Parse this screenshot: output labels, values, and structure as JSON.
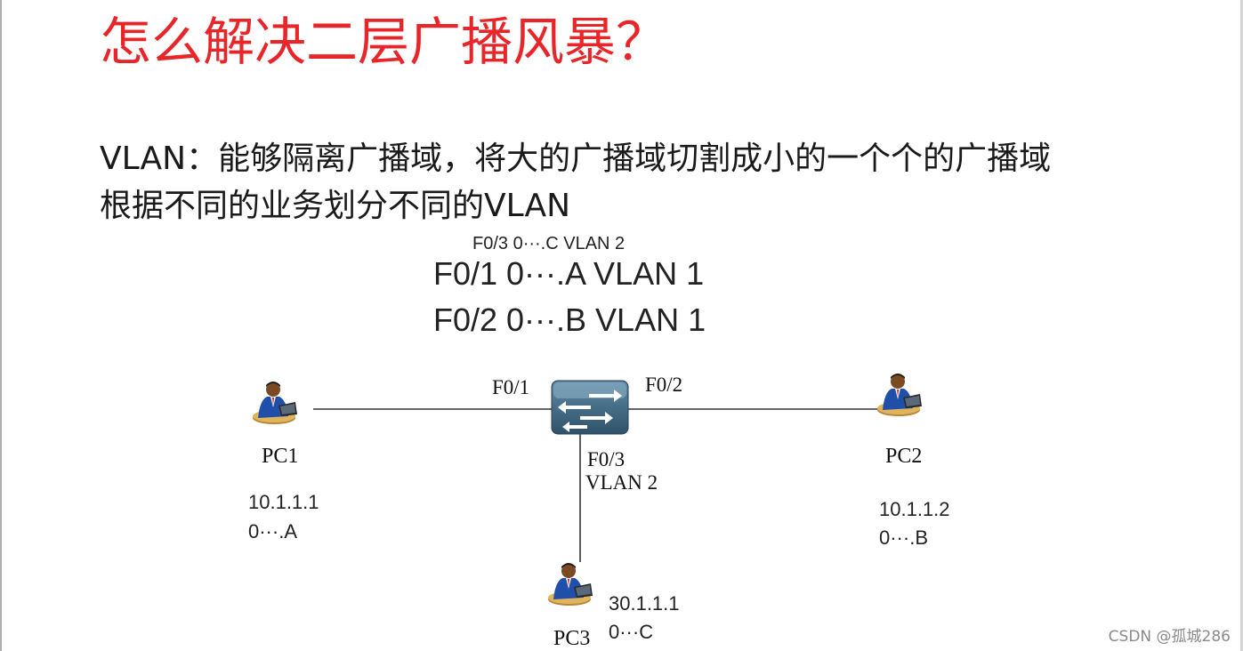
{
  "title": "怎么解决二层广播风暴？",
  "body": {
    "line1": "VLAN：能够隔离广播域，将大的广播域切割成小的一个个的广播域",
    "line2": "根据不同的业务划分不同的VLAN"
  },
  "mac_table": {
    "row_small": "F0/3 0···.C VLAN 2",
    "row1": "F0/1 0···.A VLAN 1",
    "row2": "F0/2 0···.B VLAN 1"
  },
  "diagram": {
    "switch": {
      "port1": "F0/1",
      "port2": "F0/2",
      "port3": "F0/3",
      "port3_vlan": "VLAN 2"
    },
    "pc1": {
      "name": "PC1",
      "ip": "10.1.1.1",
      "mac": "0···.A"
    },
    "pc2": {
      "name": "PC2",
      "ip": "10.1.1.2",
      "mac": "0···.B"
    },
    "pc3": {
      "name": "PC3",
      "ip": "30.1.1.1",
      "mac": "0···C"
    },
    "icons": {
      "switch": "switch-icon",
      "pc": "user-at-computer-icon"
    }
  },
  "colors": {
    "title": "#e8262a",
    "switch_body": "#3d6580",
    "link": "#333333"
  },
  "watermark": "CSDN @孤城286"
}
